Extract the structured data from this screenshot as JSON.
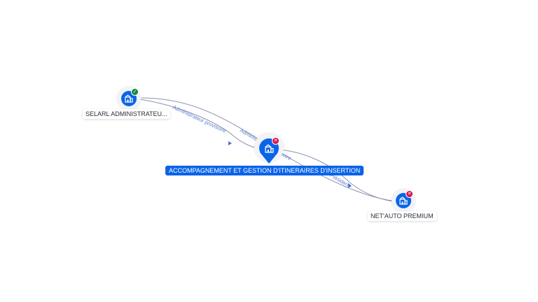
{
  "nodes": [
    {
      "id": "selarl",
      "label": "SELARL ADMINISTRATEU...",
      "icon": "building-icon",
      "status": "active",
      "badge_icon": "check-icon",
      "badge_glyph": "✓",
      "badge_color": "#0f8a3a"
    },
    {
      "id": "accompagnement",
      "label": "ACCOMPAGNEMENT ET GESTION D'ITINERAIRES D'INSERTION",
      "icon": "building-icon",
      "status": "inactive",
      "selected": true,
      "badge_icon": "close-icon",
      "badge_glyph": "✕",
      "badge_color": "#d8124d"
    },
    {
      "id": "netauto",
      "label": "NET'AUTO PREMIUM",
      "icon": "building-icon",
      "status": "inactive",
      "badge_icon": "close-icon",
      "badge_glyph": "✕",
      "badge_color": "#d8124d"
    }
  ],
  "edges": [
    {
      "from": "selarl",
      "to": "accompagnement",
      "label": "Administrateur provisoire"
    },
    {
      "from": "selarl",
      "to": "netauto",
      "label": "Administrateur provisoire"
    },
    {
      "from": "accompagnement",
      "to": "netauto",
      "label": "Président"
    }
  ],
  "colors": {
    "node_fill": "#0a64e8",
    "edge": "#8a93ad",
    "edge_label": "#5b7bd0",
    "selected_label_bg": "#0a64e8"
  }
}
